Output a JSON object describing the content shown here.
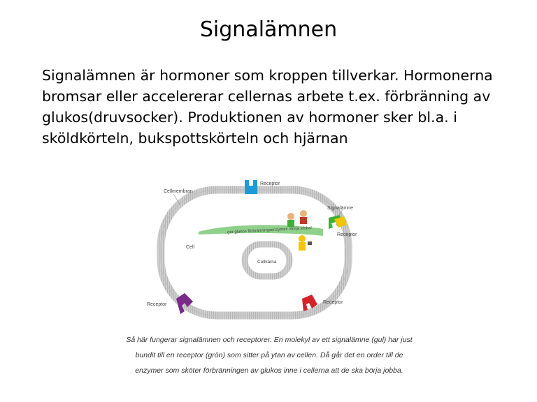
{
  "slide": {
    "title": "Signalämnen",
    "body": "Signalämnen är hormoner som kroppen tillverkar. Hormonerna bromsar eller accelererar cellernas arbete t.ex. förbränning av glukos(druvsocker).  Produktionen av hormoner sker bl.a. i sköldkörteln, bukspottskörteln och hjärnan"
  },
  "diagram": {
    "labels": {
      "receptor_top": "Receptor",
      "cellmembran": "Cellmembran",
      "signalamne": "Signalämne",
      "receptor_right": "Receptor",
      "cell": "Cell",
      "cellkarna": "Cellkärna",
      "receptor_bottom_left": "Receptor",
      "receptor_bottom_right": "Receptor",
      "banner": "...ger glukos förbränningsenzymer: Börja jobba!"
    },
    "colors": {
      "membrane": "#c8c8c8",
      "receptor_top": "#1e9bd7",
      "receptor_green": "#3fae3a",
      "signal_yellow": "#f2c500",
      "receptor_purple": "#7a2a8a",
      "receptor_red": "#d6232a",
      "banner": "#8fd08a"
    }
  },
  "caption": {
    "line1": "Så här fungerar signalämnen och receptorer. En molekyl av ett signalämne (gul) har just",
    "line2": "bundit till en receptor (grön) som sitter på ytan av cellen. Då går det en order till de",
    "line3": "enzymer som sköter förbränningen av glukos inne i cellerna att de ska börja jobba."
  }
}
